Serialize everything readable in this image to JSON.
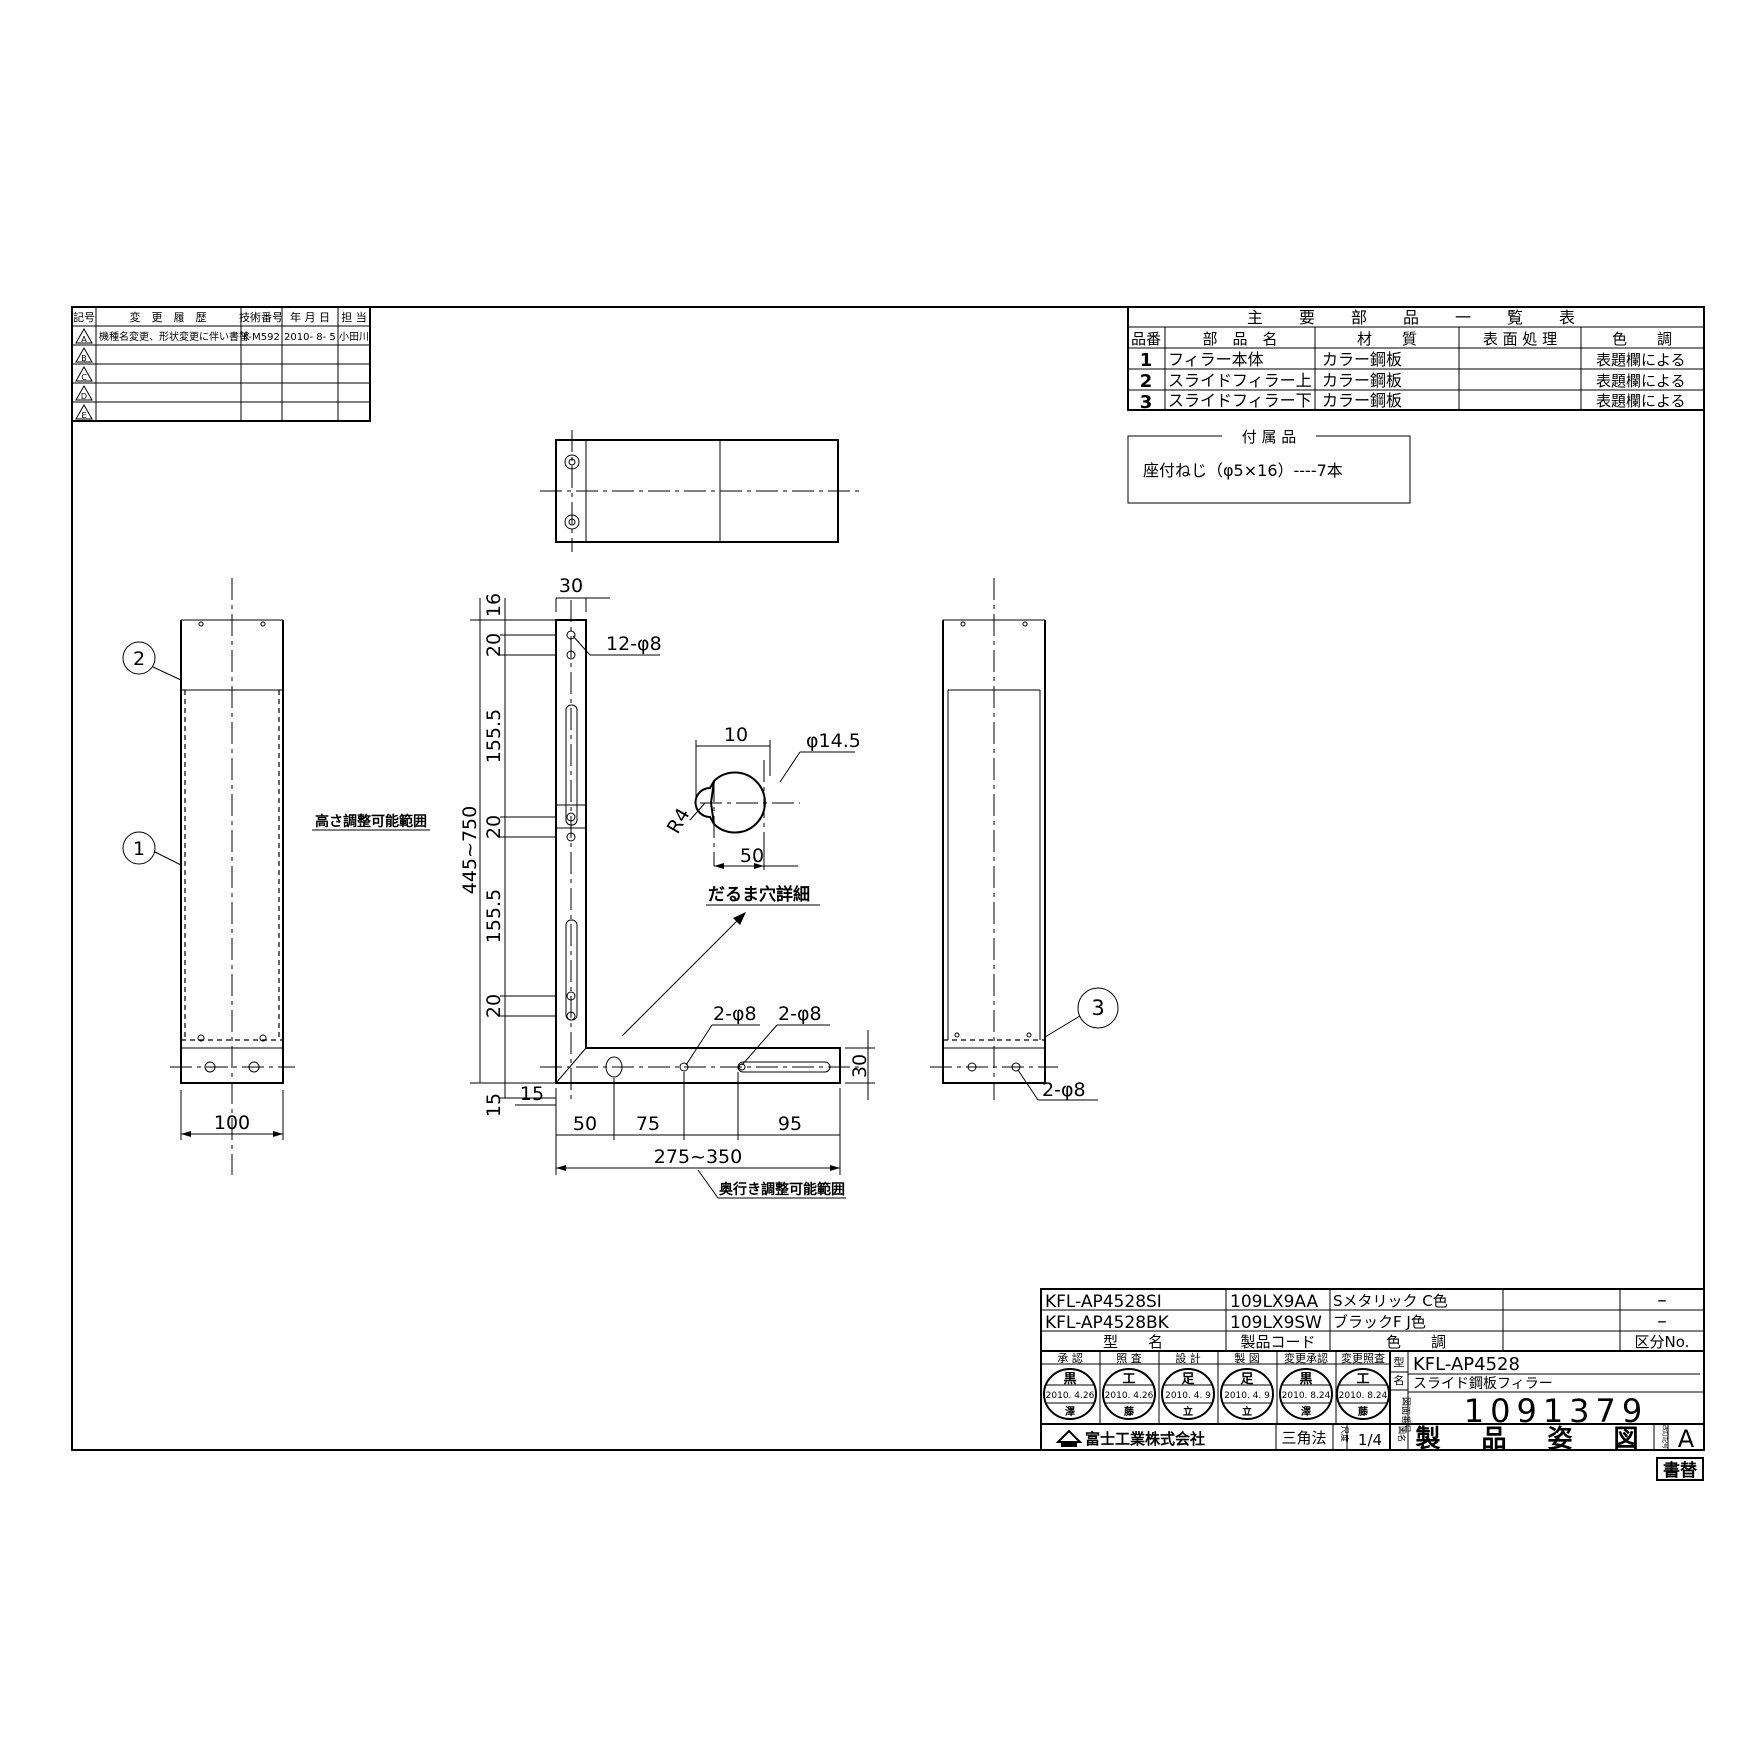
{
  "revision_table": {
    "headers": [
      "記号",
      "変　更　履　歴",
      "技術番号",
      "年 月 日",
      "担 当"
    ],
    "rows": [
      {
        "mark": "A",
        "description": "機種名変更、形状変更に伴い書替",
        "tech_no": "K-M592",
        "date": "2010- 8- 5",
        "person": "小田川"
      },
      {
        "mark": "B",
        "description": "",
        "tech_no": "",
        "date": "",
        "person": ""
      },
      {
        "mark": "C",
        "description": "",
        "tech_no": "",
        "date": "",
        "person": ""
      },
      {
        "mark": "D",
        "description": "",
        "tech_no": "",
        "date": "",
        "person": ""
      },
      {
        "mark": "E",
        "description": "",
        "tech_no": "",
        "date": "",
        "person": ""
      }
    ]
  },
  "parts_table": {
    "title": "主　要　部　品　一　覧　表",
    "headers": [
      "品番",
      "部　品　名",
      "材　　質",
      "表 面 処 理",
      "色　　調"
    ],
    "rows": [
      {
        "no": "1",
        "name": "フィラー本体",
        "material": "カラー鋼板",
        "finish": "",
        "color": "表題欄による"
      },
      {
        "no": "2",
        "name": "スライドフィラー上",
        "material": "カラー鋼板",
        "finish": "",
        "color": "表題欄による"
      },
      {
        "no": "3",
        "name": "スライドフィラー下",
        "material": "カラー鋼板",
        "finish": "",
        "color": "表題欄による"
      }
    ]
  },
  "accessories": {
    "title": "付 属 品",
    "item": "座付ねじ（φ5×16）----7本"
  },
  "drawing": {
    "dimensions": {
      "d16": "16",
      "d30_top": "30",
      "d20_a": "20",
      "d155_a": "155.5",
      "d20_b": "20",
      "d155_b": "155.5",
      "d20_c": "20",
      "d15_left": "15",
      "d445_750": "445~750",
      "d15_bottom": "15",
      "d50": "50",
      "d75": "75",
      "d95": "95",
      "d275_350": "275~350",
      "d30_right": "30",
      "d100": "100",
      "d10": "10",
      "d14_5": "φ14.5",
      "r4": "R4",
      "d50_hole": "50"
    },
    "callouts": {
      "holes_12": "12-φ8",
      "holes_2a": "2-φ8",
      "holes_2b": "2-φ8",
      "holes_2c": "2-φ8",
      "height_range": "高さ調整可能範囲",
      "depth_range": "奥行き調整可能範囲",
      "keyhole_detail": "だるま穴詳細"
    },
    "balloons": {
      "b1": "1",
      "b2": "2",
      "b3": "3"
    }
  },
  "title_block": {
    "models": [
      {
        "model": "KFL-AP4528SI",
        "code": "109LX9AA",
        "color": "Sメタリック C色",
        "extra": "",
        "class": "–"
      },
      {
        "model": "KFL-AP4528BK",
        "code": "109LX9SW",
        "color": "ブラックF J色",
        "extra": "",
        "class": "–"
      }
    ],
    "model_headers": [
      "型　　名",
      "製品コード",
      "色　　調",
      "",
      "区分No."
    ],
    "approval_headers": [
      "承 認",
      "照 査",
      "設 計",
      "製 図",
      "変更承認",
      "変更照査"
    ],
    "stamps": [
      {
        "name": "黒",
        "date": "2010. 4.26",
        "sub": "澤"
      },
      {
        "name": "工",
        "date": "2010. 4.26",
        "sub": "藤"
      },
      {
        "name": "足",
        "date": "2010. 4. 9",
        "sub": "立"
      },
      {
        "name": "足",
        "date": "2010. 4. 9",
        "sub": "立"
      },
      {
        "name": "黒",
        "date": "2010. 8.24",
        "sub": "澤"
      },
      {
        "name": "工",
        "date": "2010. 8.24",
        "sub": "藤"
      }
    ],
    "label_type": "型",
    "label_name": "名",
    "label_drawing_no": "図面番号",
    "label_drawing_name": "図名",
    "product_model": "KFL-AP4528",
    "product_name": "スライド鋼板フィラー",
    "drawing_number": "1091379",
    "drawing_title": "製　品　姿　図",
    "company": "富士工業株式会社",
    "projection": "三角法",
    "scale_label": "尺度",
    "scale": "1/4",
    "revision_label": "改訂記号",
    "revision": "A",
    "stamp_kakikae": "書替"
  }
}
